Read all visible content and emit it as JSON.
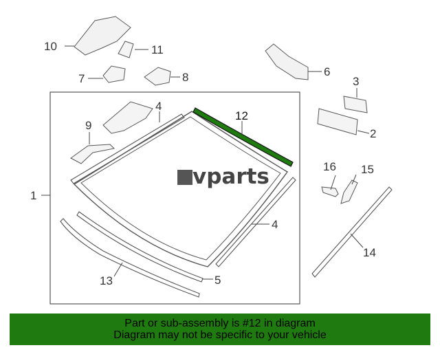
{
  "diagram": {
    "highlight_color": "#1f7a0f",
    "logo_text": "vparts",
    "callouts": {
      "c1": "1",
      "c2": "2",
      "c3": "3",
      "c4a": "4",
      "c4b": "4",
      "c5": "5",
      "c6": "6",
      "c7": "7",
      "c8": "8",
      "c9": "9",
      "c10": "10",
      "c11": "11",
      "c12": "12",
      "c13": "13",
      "c14": "14",
      "c15": "15",
      "c16": "16"
    }
  },
  "footer": {
    "line1": "Part or sub-assembly is #12 in diagram",
    "line2": "Diagram may not be specific to your vehicle",
    "background": "#1f7a0f"
  }
}
